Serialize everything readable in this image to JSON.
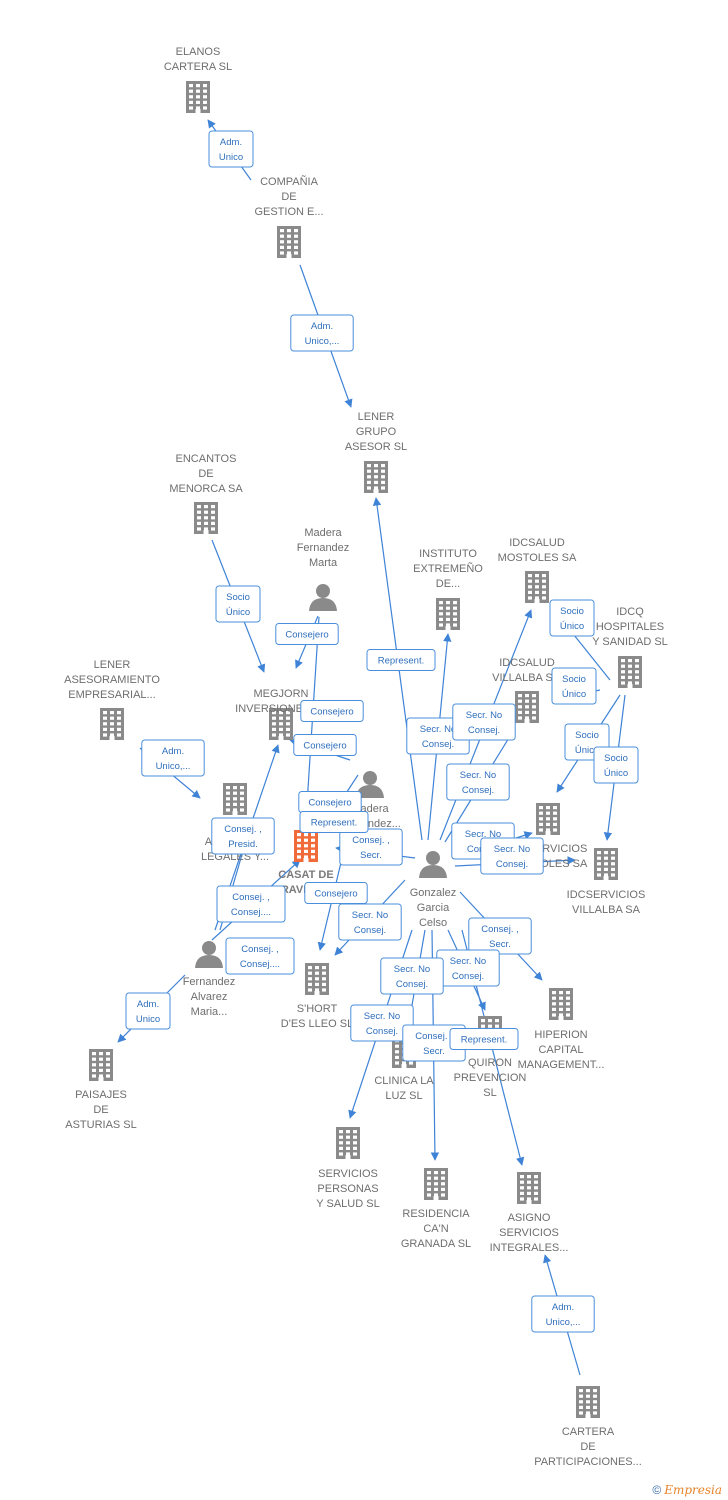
{
  "colors": {
    "company": "#8a8a8a",
    "focus": "#f06a3a",
    "person": "#8a8a8a",
    "edge": "#3f83d6",
    "edge_label_border": "#4a8fdc"
  },
  "nodes": [
    {
      "id": "elanos",
      "type": "company",
      "lines": [
        "ELANOS",
        "CARTERA SL"
      ]
    },
    {
      "id": "compania",
      "type": "company",
      "lines": [
        "COMPAÑIA",
        "DE",
        "GESTION E..."
      ]
    },
    {
      "id": "lener_grupo",
      "type": "company",
      "lines": [
        "LENER",
        "GRUPO",
        "ASESOR SL"
      ]
    },
    {
      "id": "encantos",
      "type": "company",
      "lines": [
        "ENCANTOS",
        "DE",
        "MENORCA SA"
      ]
    },
    {
      "id": "madera",
      "type": "person",
      "lines": [
        "Madera",
        "Fernandez",
        "Marta"
      ]
    },
    {
      "id": "instituto",
      "type": "company",
      "lines": [
        "INSTITUTO",
        "EXTREMEÑO",
        "DE..."
      ]
    },
    {
      "id": "idcsalud_mostoles",
      "type": "company",
      "lines": [
        "IDCSALUD",
        "MOSTOLES SA"
      ]
    },
    {
      "id": "idcq",
      "type": "company",
      "lines": [
        "IDCQ",
        "HOSPITALES",
        "Y SANIDAD  SL"
      ]
    },
    {
      "id": "lener_aseso",
      "type": "company",
      "lines": [
        "LENER",
        "ASESORAMIENTO",
        "EMPRESARIAL..."
      ]
    },
    {
      "id": "megjorn",
      "type": "company",
      "lines": [
        "MEGJORN",
        "INVERSIONES SL"
      ]
    },
    {
      "id": "idcsalud_villalba",
      "type": "company",
      "lines": [
        "IDCSALUD",
        "VILLALBA S..."
      ]
    },
    {
      "id": "asesores",
      "type": "company",
      "lines": [
        "",
        "ASESORES",
        "LEGALES Y..."
      ]
    },
    {
      "id": "madera2",
      "type": "person",
      "lines": [
        "Madera",
        "Fernandez..."
      ]
    },
    {
      "id": "casat",
      "type": "focus",
      "lines": [
        "CASAT DE",
        "TIRAVELL  SL"
      ]
    },
    {
      "id": "idcservicios_mostoles",
      "type": "company",
      "lines": [
        "IDCSERVICIOS",
        "MOSTOLES SA"
      ]
    },
    {
      "id": "gonzalez",
      "type": "person",
      "lines": [
        "Gonzalez",
        "Garcia",
        "Celso"
      ]
    },
    {
      "id": "idcservicios_villalba",
      "type": "company",
      "lines": [
        "IDCSERVICIOS",
        "VILLALBA SA"
      ]
    },
    {
      "id": "fernandez",
      "type": "person",
      "lines": [
        "Fernandez",
        "Alvarez",
        "Maria..."
      ]
    },
    {
      "id": "short",
      "type": "company",
      "lines": [
        "S'HORT",
        "D'ES LLEO SL"
      ]
    },
    {
      "id": "hiperion",
      "type": "company",
      "lines": [
        "HIPERION",
        "CAPITAL",
        "MANAGEMENT..."
      ]
    },
    {
      "id": "quiron",
      "type": "company",
      "lines": [
        "QUIRON",
        "PREVENCION",
        "SL"
      ]
    },
    {
      "id": "clinica",
      "type": "company",
      "lines": [
        "CLINICA LA",
        "LUZ SL"
      ]
    },
    {
      "id": "paisajes",
      "type": "company",
      "lines": [
        "PAISAJES",
        "DE",
        "ASTURIAS SL"
      ]
    },
    {
      "id": "servicios_personas",
      "type": "company",
      "lines": [
        "SERVICIOS",
        "PERSONAS",
        "Y SALUD  SL"
      ]
    },
    {
      "id": "residencia",
      "type": "company",
      "lines": [
        "RESIDENCIA",
        "CA'N",
        "GRANADA SL"
      ]
    },
    {
      "id": "asigno",
      "type": "company",
      "lines": [
        "ASIGNO",
        "SERVICIOS",
        "INTEGRALES..."
      ]
    },
    {
      "id": "cartera",
      "type": "company",
      "lines": [
        "CARTERA",
        "DE",
        "PARTICIPACIONES..."
      ]
    }
  ],
  "edges": [
    {
      "from": "compania",
      "to": "elanos",
      "label": [
        "Adm.",
        "Unico"
      ]
    },
    {
      "from": "compania",
      "to": "lener_grupo",
      "label": [
        "Adm.",
        "Unico,..."
      ]
    },
    {
      "from": "encantos",
      "to": "megjorn",
      "label": [
        "Socio",
        "Único"
      ]
    },
    {
      "from": "madera",
      "to": "megjorn",
      "label": [
        "Consejero"
      ]
    },
    {
      "from": "gonzalez",
      "to": "lener_grupo",
      "label": [
        "Represent."
      ]
    },
    {
      "from": "gonzalez",
      "to": "instituto",
      "label": [
        "Secr.  No",
        "Consej."
      ]
    },
    {
      "from": "gonzalez",
      "to": "idcsalud_mostoles",
      "label": [
        "Secr.  No",
        "Consej."
      ]
    },
    {
      "from": "idcq",
      "to": "idcsalud_mostoles",
      "label": [
        "Socio",
        "Único"
      ]
    },
    {
      "from": "idcq",
      "to": "idcsalud_villalba",
      "label": [
        "Socio",
        "Único"
      ]
    },
    {
      "from": "idcq",
      "to": "idcservicios_mostoles",
      "label": [
        "Socio",
        "Único"
      ]
    },
    {
      "from": "idcq",
      "to": "idcservicios_villalba",
      "label": [
        "Socio",
        "Único"
      ]
    },
    {
      "from": "lener_aseso",
      "to": "asesores",
      "label": [
        "Adm.",
        "Unico,..."
      ]
    },
    {
      "from": "madera2",
      "to": "casat",
      "label": [
        "Consejero"
      ]
    },
    {
      "from": "madera2",
      "to": "megjorn",
      "label": [
        "Consejero"
      ]
    },
    {
      "from": "gonzalez",
      "to": "idcsalud_villalba",
      "label": [
        "Secr.  No",
        "Consej."
      ]
    },
    {
      "from": "gonzalez",
      "to": "casat",
      "label": [
        "Consej. ,",
        "Secr."
      ]
    },
    {
      "from": "gonzalez",
      "to": "idcservicios_mostoles",
      "label": [
        "Secr.  No",
        "Consej."
      ]
    },
    {
      "from": "gonzalez",
      "to": "idcservicios_villalba",
      "label": [
        "Secr.  No",
        "Consej."
      ]
    },
    {
      "from": "gonzalez",
      "to": "short",
      "label": [
        "Secr.  No",
        "Consej."
      ]
    },
    {
      "from": "gonzalez",
      "to": "hiperion",
      "label": [
        "Consej. ,",
        "Secr."
      ]
    },
    {
      "from": "gonzalez",
      "to": "quiron",
      "label": [
        "Secr.  No",
        "Consej."
      ]
    },
    {
      "from": "gonzalez",
      "to": "clinica",
      "label": [
        "Secr.  No",
        "Consej."
      ]
    },
    {
      "from": "gonzalez",
      "to": "servicios_personas",
      "label": [
        "Secr.  No",
        "Consej."
      ]
    },
    {
      "from": "gonzalez",
      "to": "residencia",
      "label": [
        "Consej. ,",
        "Secr."
      ]
    },
    {
      "from": "gonzalez",
      "to": "asigno",
      "label": [
        "Represent."
      ]
    },
    {
      "from": "madera",
      "to": "casat",
      "label": [
        "Consejero"
      ]
    },
    {
      "from": "madera2",
      "to": "short",
      "label": [
        "Consejero"
      ]
    },
    {
      "from": "fernandez",
      "to": "asesores",
      "label": [
        "Consej. ,",
        "Presid."
      ]
    },
    {
      "from": "fernandez",
      "to": "megjorn",
      "label": [
        "Consej. ,",
        "Consej...."
      ]
    },
    {
      "from": "fernandez",
      "to": "paisajes",
      "label": [
        "Adm.",
        "Unico"
      ]
    },
    {
      "from": "madera2",
      "to": "casat",
      "label": [
        "Represent."
      ]
    },
    {
      "from": "cartera",
      "to": "asigno",
      "label": [
        "Adm.",
        "Unico,..."
      ]
    },
    {
      "from": "fernandez",
      "to": "casat",
      "label": [
        "Consej. ,",
        "Consej...."
      ]
    }
  ],
  "footer": {
    "copyright_symbol": "©",
    "brand": "Empresia"
  }
}
